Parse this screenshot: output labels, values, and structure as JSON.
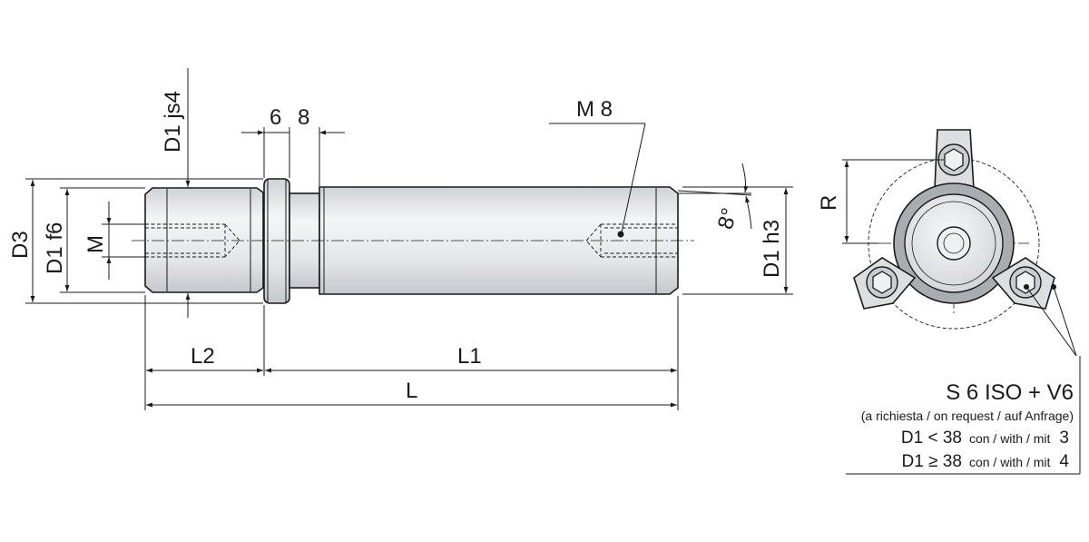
{
  "dimensions": {
    "d1_js4": "D1 js4",
    "six": "6",
    "eight": "8",
    "m8": "M 8",
    "d3": "D3",
    "d1_f6": "D1 f6",
    "m": "M",
    "angle": "8°",
    "d1_h3": "D1 h3",
    "l2": "L2",
    "l1": "L1",
    "l": "L",
    "r": "R"
  },
  "note": {
    "title": "S 6 ISO + V6",
    "subtitle": "(a richiesta / on request / auf Anfrage)",
    "line1_prefix": "D1 < 38",
    "line1_suffix": "con / with / mit",
    "line1_count": "3",
    "line2_prefix": "D1 ≥ 38",
    "line2_suffix": "con / with / mit",
    "line2_count": "4"
  },
  "colors": {
    "body_fill": "#e3e5e8",
    "body_highlight": "#f4f5f7",
    "ring_fill": "#a9acb1",
    "clamp_fill": "#dcdee1",
    "ink": "#1a1a1a"
  }
}
